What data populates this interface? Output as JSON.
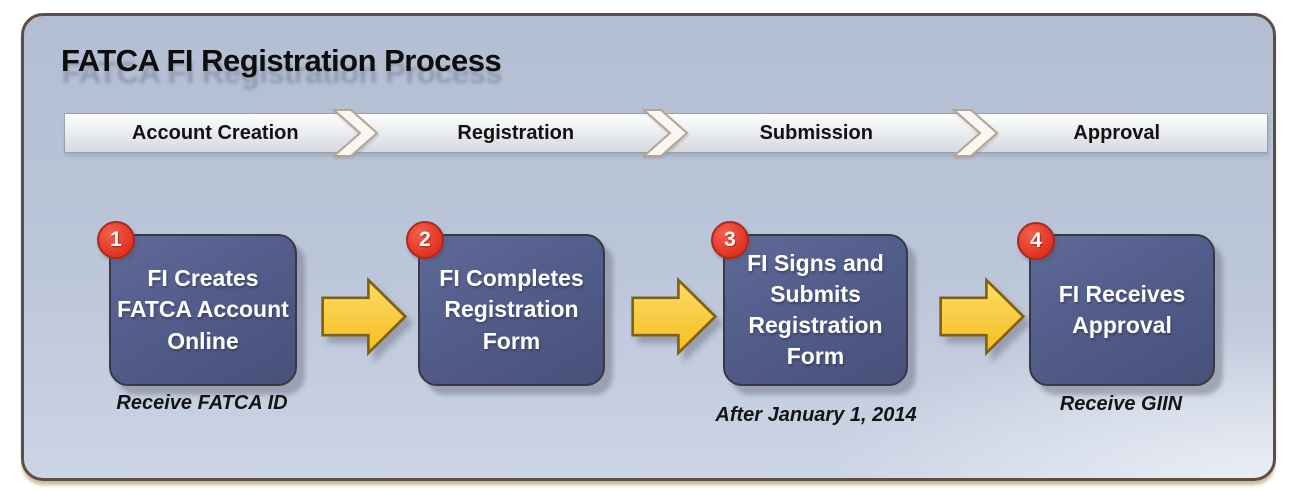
{
  "title": "FATCA FI Registration Process",
  "process_bar": {
    "stages": [
      {
        "label": "Account Creation"
      },
      {
        "label": "Registration"
      },
      {
        "label": "Submission"
      },
      {
        "label": "Approval"
      }
    ],
    "separator_icon": "chevron-right-icon"
  },
  "steps": [
    {
      "number": "1",
      "label": "FI Creates\nFATCA Account\nOnline",
      "caption": "Receive FATCA ID"
    },
    {
      "number": "2",
      "label": "FI Completes\nRegistration\nForm",
      "caption": ""
    },
    {
      "number": "3",
      "label": "FI Signs and\nSubmits\nRegistration\nForm",
      "caption": "After January 1, 2014"
    },
    {
      "number": "4",
      "label": "FI Receives\nApproval",
      "caption": "Receive GIIN"
    }
  ],
  "connector_icon": "block-arrow-right-icon",
  "colors": {
    "frame_border": "#5e4e45",
    "background_top": "#b3bed3",
    "background_bottom": "#ccd5e6",
    "stage_bar_fill": "#e8ebef",
    "step_box_fill": "#535d8b",
    "step_box_text": "#ffffff",
    "badge_red": "#df3021",
    "arrow_yellow": "#f8c32d",
    "arrow_outline": "#7d6017",
    "caption_text": "#141414"
  }
}
